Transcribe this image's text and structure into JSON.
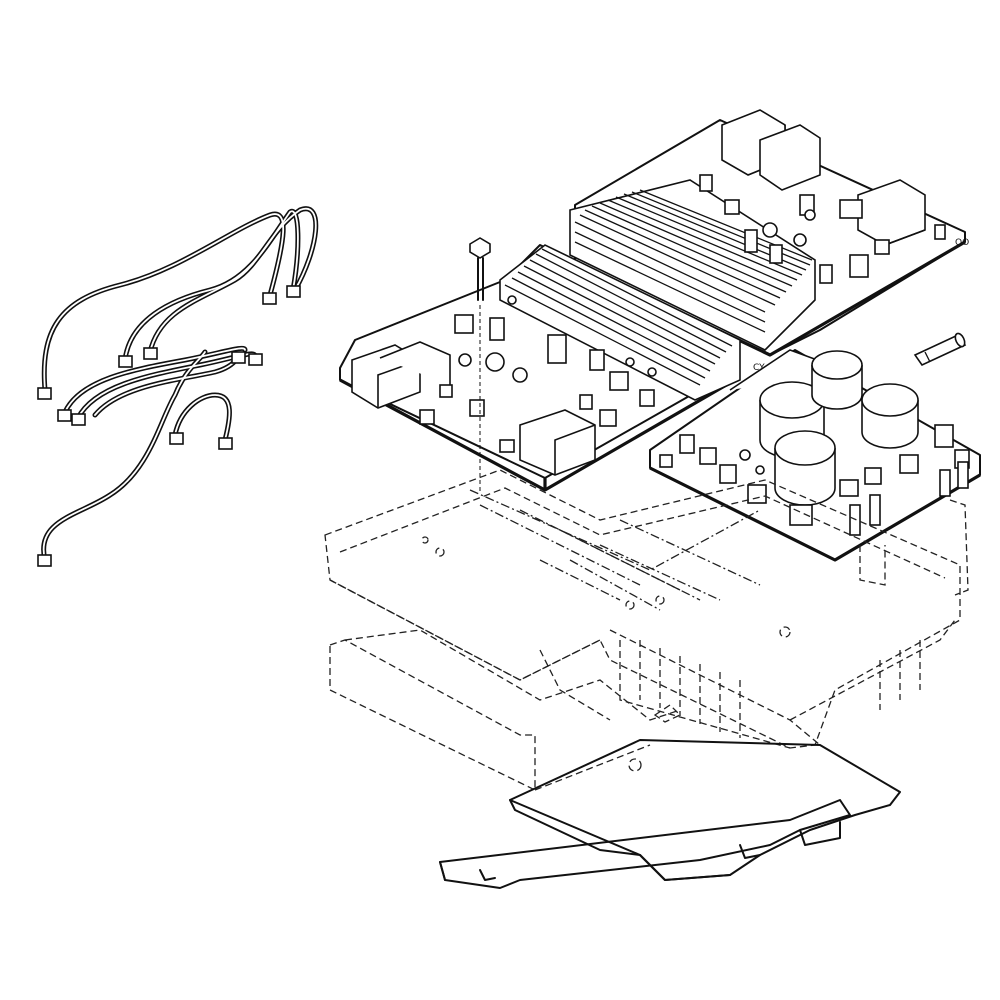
{
  "diagram": {
    "board_markings": [
      "CY",
      "OO"
    ]
  },
  "parts": [
    {
      "name": "wire-harness"
    },
    {
      "name": "control-board-rear"
    },
    {
      "name": "control-board-main"
    },
    {
      "name": "power-board-capacitors"
    },
    {
      "name": "mounting-screw"
    },
    {
      "name": "fuse"
    },
    {
      "name": "board-tray"
    },
    {
      "name": "mounting-bracket"
    }
  ]
}
